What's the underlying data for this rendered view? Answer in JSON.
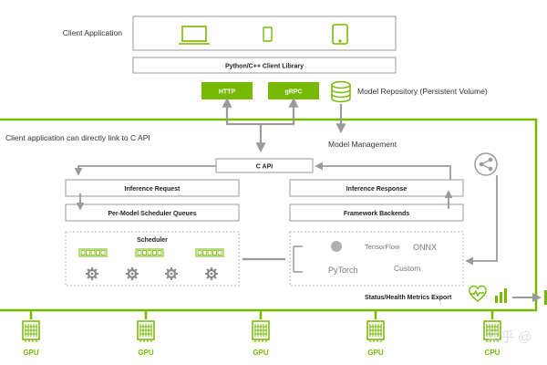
{
  "client": {
    "application_label": "Client Application",
    "library_label": "Python/C++ Client Library",
    "http_label": "HTTP",
    "grpc_label": "gRPC",
    "model_repository_label": "Model Repository (Persistent Volume)"
  },
  "server": {
    "direct_link_note": "Client application can directly link to C API",
    "model_management_label": "Model Management",
    "c_api_label": "C API",
    "inference_request_label": "Inference Request",
    "per_model_queues_label": "Per-Model Scheduler Queues",
    "inference_response_label": "Inference Response",
    "framework_backends_label": "Framework Backends",
    "scheduler_label": "Scheduler",
    "status_metrics_label": "Status/Health Metrics Export"
  },
  "backends": {
    "tensorflow_label": "TensorFlow",
    "onnx_label": "ONNX",
    "pytorch_label": "PyTorch",
    "custom_label": "Custom"
  },
  "hardware": {
    "gpu_labels": [
      "GPU",
      "GPU",
      "GPU",
      "GPU"
    ],
    "cpu_label": "CPU"
  },
  "watermark": "知乎 @",
  "colors": {
    "accent_green": "#76b900",
    "box_border": "#9a9a9a",
    "arrow_gray": "#9a9a9a"
  },
  "icons": [
    "laptop-icon",
    "phone-icon",
    "tablet-icon",
    "database-icon",
    "share-icon",
    "heartbeat-icon",
    "bar-chart-icon",
    "gear-icon",
    "gpu-chip-icon"
  ]
}
